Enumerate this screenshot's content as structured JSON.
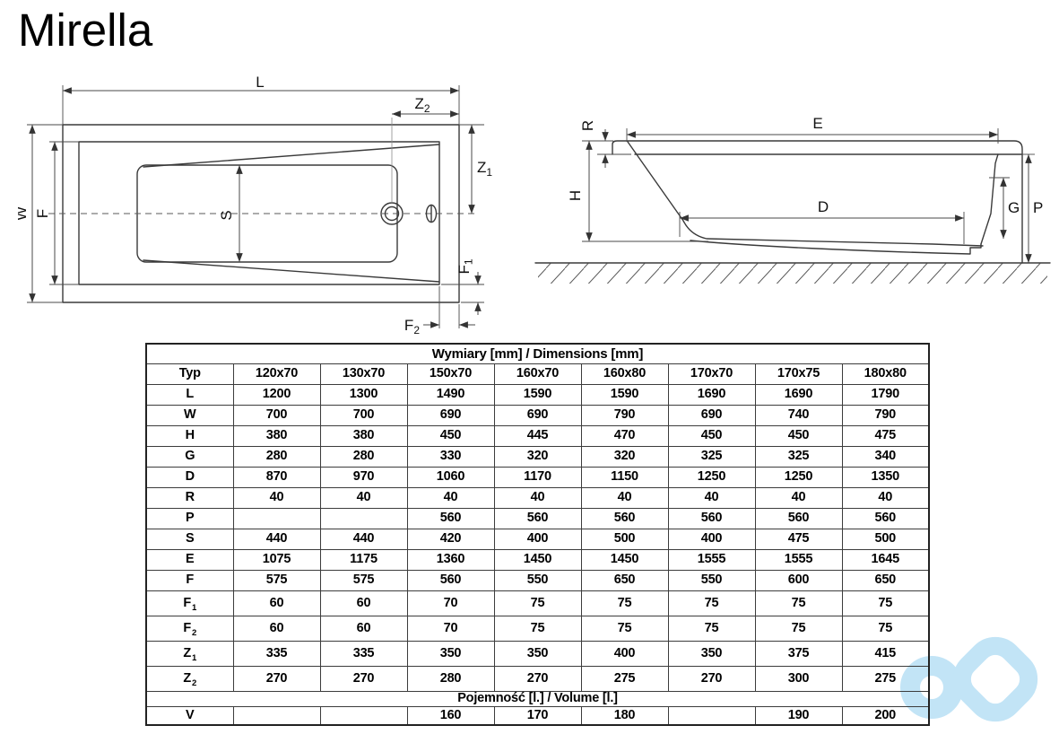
{
  "page": {
    "title": "Mirella"
  },
  "drawing_labels": {
    "l": "L",
    "w": "W",
    "f": "F",
    "s": "S",
    "z1": {
      "main": "Z",
      "sub": "1"
    },
    "z2": {
      "main": "Z",
      "sub": "2"
    },
    "f1": {
      "main": "F",
      "sub": "1"
    },
    "f2": {
      "main": "F",
      "sub": "2"
    },
    "e": "E",
    "h": "H",
    "d": "D",
    "g": "G",
    "p": "P",
    "r": "R"
  },
  "table": {
    "header_dims": "Wymiary [mm] / Dimensions [mm]",
    "header_volume": "Pojemność [l.] / Volume [l.]",
    "type_label": "Typ",
    "columns": [
      "120x70",
      "130x70",
      "150x70",
      "160x70",
      "160x80",
      "170x70",
      "170x75",
      "180x80"
    ],
    "rows": [
      {
        "label": "L",
        "sub": "",
        "values": [
          "1200",
          "1300",
          "1490",
          "1590",
          "1590",
          "1690",
          "1690",
          "1790"
        ]
      },
      {
        "label": "W",
        "sub": "",
        "values": [
          "700",
          "700",
          "690",
          "690",
          "790",
          "690",
          "740",
          "790"
        ]
      },
      {
        "label": "H",
        "sub": "",
        "values": [
          "380",
          "380",
          "450",
          "445",
          "470",
          "450",
          "450",
          "475"
        ]
      },
      {
        "label": "G",
        "sub": "",
        "values": [
          "280",
          "280",
          "330",
          "320",
          "320",
          "325",
          "325",
          "340"
        ]
      },
      {
        "label": "D",
        "sub": "",
        "values": [
          "870",
          "970",
          "1060",
          "1170",
          "1150",
          "1250",
          "1250",
          "1350"
        ]
      },
      {
        "label": "R",
        "sub": "",
        "values": [
          "40",
          "40",
          "40",
          "40",
          "40",
          "40",
          "40",
          "40"
        ]
      },
      {
        "label": "P",
        "sub": "",
        "values": [
          "",
          "",
          "560",
          "560",
          "560",
          "560",
          "560",
          "560"
        ]
      },
      {
        "label": "S",
        "sub": "",
        "values": [
          "440",
          "440",
          "420",
          "400",
          "500",
          "400",
          "475",
          "500"
        ]
      },
      {
        "label": "E",
        "sub": "",
        "values": [
          "1075",
          "1175",
          "1360",
          "1450",
          "1450",
          "1555",
          "1555",
          "1645"
        ]
      },
      {
        "label": "F",
        "sub": "",
        "values": [
          "575",
          "575",
          "560",
          "550",
          "650",
          "550",
          "600",
          "650"
        ]
      },
      {
        "label": "F",
        "sub": "1",
        "values": [
          "60",
          "60",
          "70",
          "75",
          "75",
          "75",
          "75",
          "75"
        ]
      },
      {
        "label": "F",
        "sub": "2",
        "values": [
          "60",
          "60",
          "70",
          "75",
          "75",
          "75",
          "75",
          "75"
        ]
      },
      {
        "label": "Z",
        "sub": "1",
        "values": [
          "335",
          "335",
          "350",
          "350",
          "400",
          "350",
          "375",
          "415"
        ]
      },
      {
        "label": "Z",
        "sub": "2",
        "values": [
          "270",
          "270",
          "280",
          "270",
          "275",
          "270",
          "300",
          "275"
        ]
      }
    ],
    "volume_row": {
      "label": "V",
      "values": [
        "",
        "",
        "160",
        "170",
        "180",
        "",
        "190",
        "200"
      ]
    }
  },
  "watermark": {
    "name": "infinity-logo",
    "color": "#c2e4f6"
  }
}
